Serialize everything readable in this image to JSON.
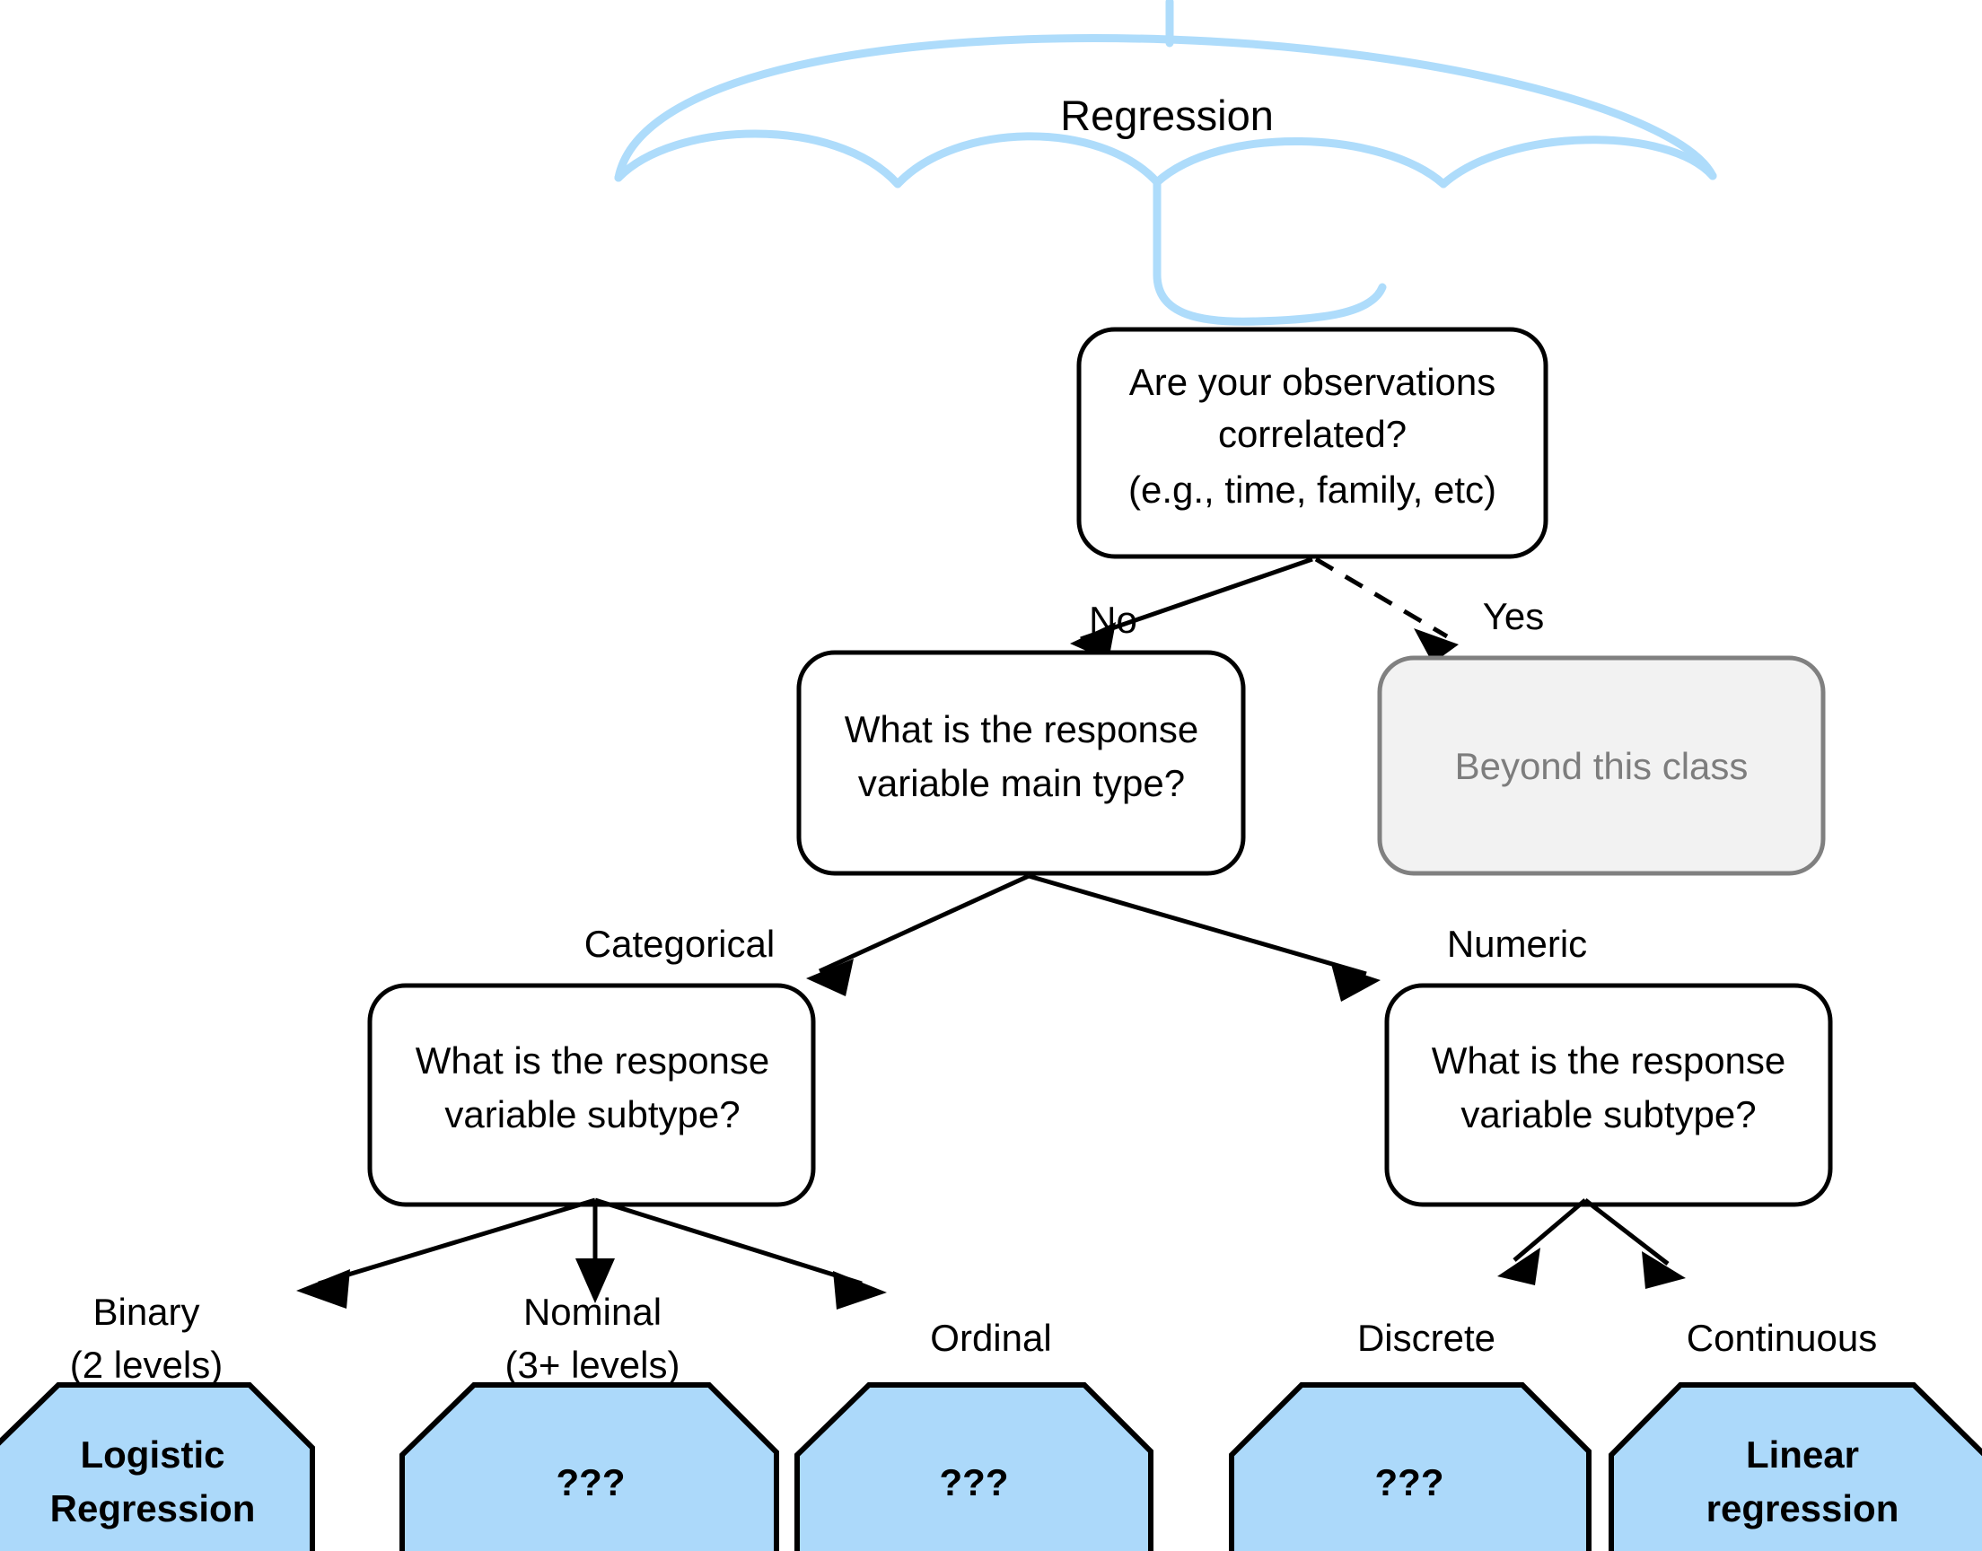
{
  "diagram": {
    "title": "Regression",
    "umbrella_color": "#AEDCFB",
    "terminal_fill": "#ACD9FA",
    "muted_fill": "#f2f2f2",
    "muted_text_color": "#7d7d7d",
    "nodes": {
      "q_correlated": {
        "line1": "Are your observations",
        "line2": "correlated?",
        "line3": "(e.g., time, family, etc)"
      },
      "beyond": {
        "label": "Beyond this class"
      },
      "q_main_type": {
        "line1": "What is the response",
        "line2": "variable main type?"
      },
      "q_subtype_cat": {
        "line1": "What is the response",
        "line2": "variable subtype?"
      },
      "q_subtype_num": {
        "line1": "What is the response",
        "line2": "variable subtype?"
      }
    },
    "edge_labels": {
      "no": "No",
      "yes": "Yes",
      "categorical": "Categorical",
      "numeric": "Numeric",
      "binary_line1": "Binary",
      "binary_line2": "(2 levels)",
      "nominal_line1": "Nominal",
      "nominal_line2": "(3+ levels)",
      "ordinal": "Ordinal",
      "discrete": "Discrete",
      "continuous": "Continuous"
    },
    "terminals": [
      {
        "id": "logistic",
        "line1": "Logistic",
        "line2": "Regression"
      },
      {
        "id": "nominal-unknown",
        "line1": "???",
        "line2": ""
      },
      {
        "id": "ordinal-unknown",
        "line1": "???",
        "line2": ""
      },
      {
        "id": "discrete-unknown",
        "line1": "???",
        "line2": ""
      },
      {
        "id": "linear",
        "line1": "Linear",
        "line2": "regression"
      }
    ]
  }
}
